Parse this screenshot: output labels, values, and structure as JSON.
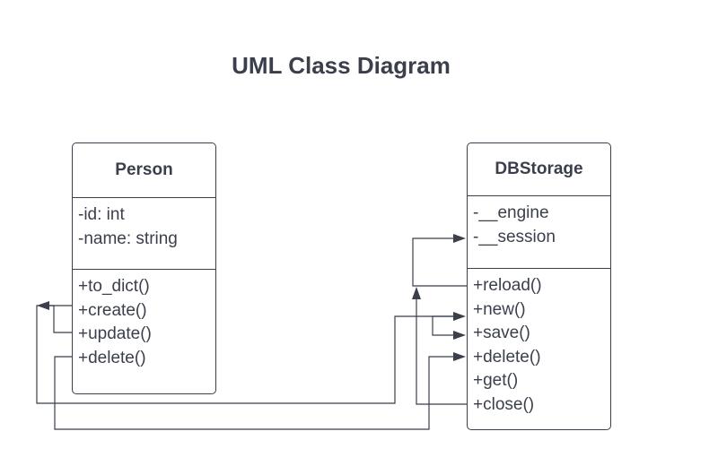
{
  "diagram": {
    "title": "UML Class Diagram",
    "classes": [
      {
        "id": "person",
        "name": "Person",
        "attributes": [
          "-id: int",
          "-name: string"
        ],
        "methods": [
          "+to_dict()",
          "+create()",
          "+update()",
          "+delete()"
        ]
      },
      {
        "id": "dbstorage",
        "name": "DBStorage",
        "attributes": [
          "-__engine",
          "-__session"
        ],
        "methods": [
          "+reload()",
          "+new()",
          "+save()",
          "+delete()",
          "+get()",
          "+close()"
        ]
      }
    ],
    "connections": [
      {
        "from": "DBStorage.reload()",
        "to": "DBStorage.__session"
      },
      {
        "from": "DBStorage.close()",
        "to": "DBStorage.__session"
      },
      {
        "from": "Person.create()",
        "to": "DBStorage.new()"
      },
      {
        "from": "Person.update()",
        "to": "DBStorage.save()"
      },
      {
        "from": "Person.delete()",
        "to": "DBStorage.delete()"
      }
    ],
    "colors": {
      "line": "#3a3f4b",
      "background": "#ffffff"
    }
  }
}
